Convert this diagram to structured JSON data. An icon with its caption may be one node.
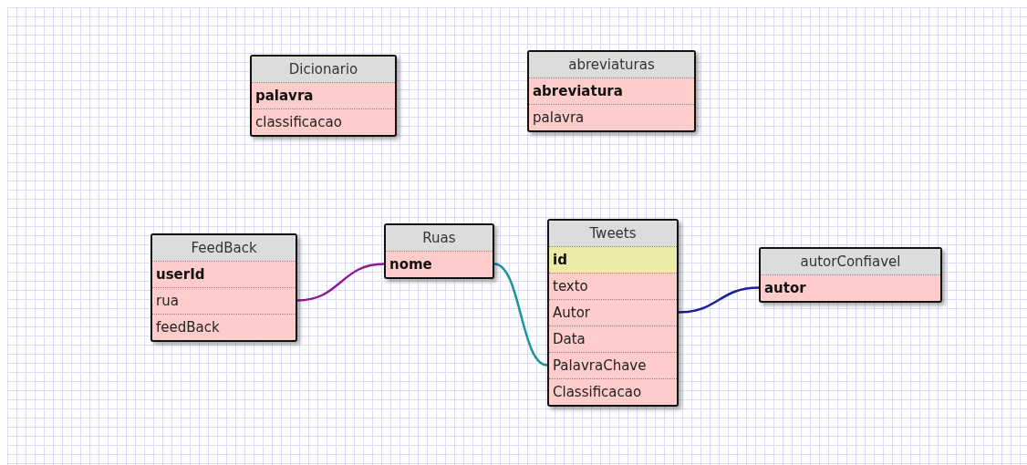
{
  "diagram": {
    "nodes": [
      {
        "text": [
          "Dicionario"
        ]
      },
      {
        "text": [
          "palavra"
        ],
        "in": 0
      },
      {
        "text": [
          "classificacao"
        ],
        "in": 0
      },
      {
        "text": [
          "abreviaturas"
        ]
      },
      {
        "text": [
          "abreviatura"
        ],
        "in": 3
      },
      {
        "text": [
          "palavra"
        ],
        "in": 3
      },
      {
        "text": [
          "FeedBack"
        ]
      },
      {
        "text": [
          "userId"
        ],
        "in": 6
      },
      {
        "text": [
          "rua"
        ],
        "in": 6
      },
      {
        "text": [
          "feedBack"
        ],
        "in": 6
      },
      {
        "text": [
          "Ruas"
        ]
      },
      {
        "text": [
          "nome"
        ],
        "in": 10
      },
      {
        "text": [
          "Tweets"
        ]
      },
      {
        "text": [
          "id"
        ],
        "in": 12
      },
      {
        "text": [
          "texto"
        ],
        "in": 12
      },
      {
        "text": [
          "Autor"
        ],
        "in": 12
      },
      {
        "text": [
          "Data"
        ],
        "in": 12
      },
      {
        "text": [
          "PalavraChave"
        ],
        "in": 12
      },
      {
        "text": [
          "Classificacao"
        ],
        "in": 12
      },
      {
        "text": [
          "autorConfiavel"
        ]
      },
      {
        "text": [
          "autor"
        ],
        "in": 19
      }
    ],
    "edges": [
      {
        "from": 8,
        "to": 11,
        "arrow": "none",
        "color": "#8e1b92"
      },
      {
        "from": 11,
        "to": 17,
        "arrow": "none",
        "color": "#1a9497"
      },
      {
        "from": 15,
        "to": 20,
        "arrow": "none",
        "color": "#1c1c9c"
      }
    ]
  }
}
